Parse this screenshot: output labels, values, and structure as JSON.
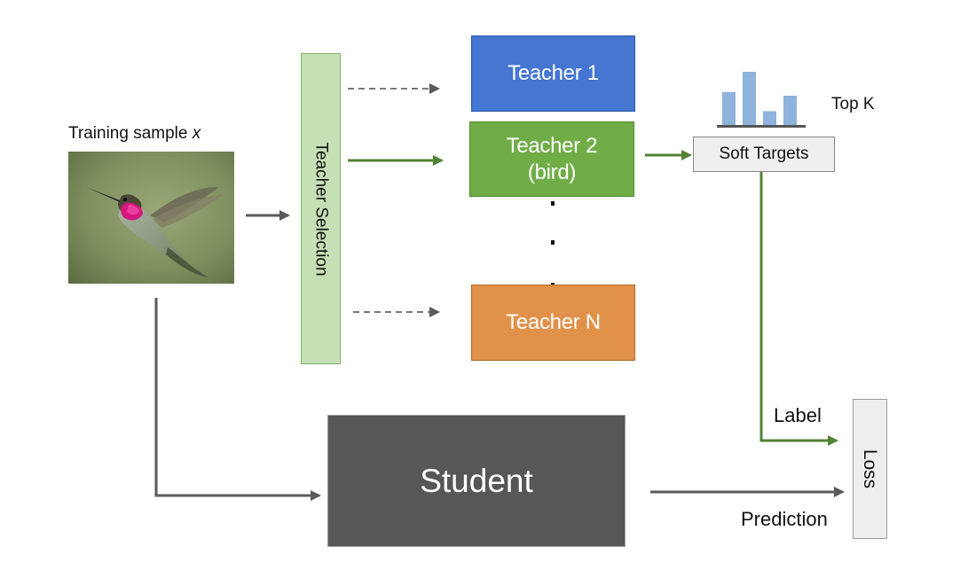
{
  "sample": {
    "label": "Training sample",
    "variable": "x",
    "image_icon": "hummingbird-photo"
  },
  "teacher_selection": {
    "label": "Teacher Selection"
  },
  "teachers": [
    {
      "name": "Teacher 1",
      "subtitle": "",
      "color": "#4576d2"
    },
    {
      "name": "Teacher 2",
      "subtitle": "(bird)",
      "color": "#70ad47"
    },
    {
      "name": "Teacher N",
      "subtitle": "",
      "color": "#e1914a"
    }
  ],
  "soft_targets": {
    "label": "Soft Targets",
    "topk_label": "Top K",
    "topk_bar_heights": [
      0.62,
      1.0,
      0.26,
      0.55
    ],
    "bar_color": "#8eb2dc"
  },
  "student": {
    "label": "Student",
    "color": "#575757"
  },
  "loss": {
    "label": "Loss",
    "label_edge": "Label",
    "prediction_edge": "Prediction"
  },
  "colors": {
    "active_arrow": "#548235",
    "inactive_arrow": "#666666",
    "main_arrow": "#5a5a5a"
  }
}
